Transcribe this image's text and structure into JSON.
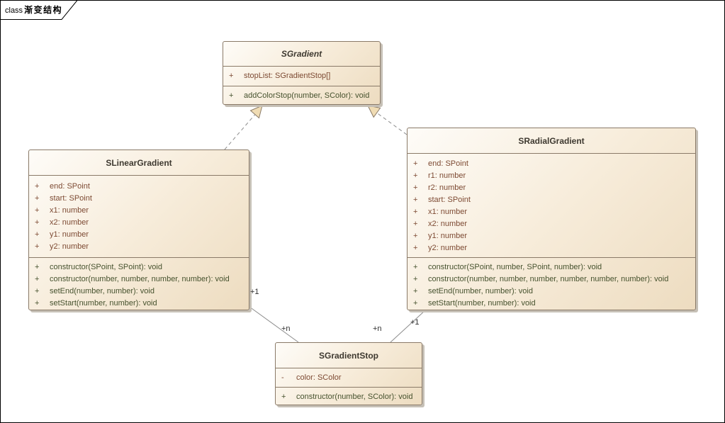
{
  "frame": {
    "label_prefix": "class",
    "label_title": "渐变结构"
  },
  "palette": {
    "box_fill_light": "#FEFCF8",
    "box_fill_dark": "#EDDCC0",
    "box_border": "#8A7A68",
    "box_shadow": "#C6C0B6",
    "title_text": "#3E3930",
    "attribute_text": "#7D4A33",
    "operation_text": "#46522E",
    "connector_line": "#8C8C8C",
    "arrowhead_fill": "#F0DCB4",
    "frame_border": "#000000"
  },
  "classes": [
    {
      "name": "SGradient",
      "abstract": true,
      "attributes": [
        {
          "vis": "+",
          "text": "stopList: SGradientStop[]"
        }
      ],
      "operations": [
        {
          "vis": "+",
          "text": "addColorStop(number, SColor): void"
        }
      ]
    },
    {
      "name": "SLinearGradient",
      "abstract": false,
      "attributes": [
        {
          "vis": "+",
          "text": "end: SPoint"
        },
        {
          "vis": "+",
          "text": "start: SPoint"
        },
        {
          "vis": "+",
          "text": "x1: number"
        },
        {
          "vis": "+",
          "text": "x2: number"
        },
        {
          "vis": "+",
          "text": "y1: number"
        },
        {
          "vis": "+",
          "text": "y2: number"
        }
      ],
      "operations": [
        {
          "vis": "+",
          "text": "constructor(SPoint, SPoint): void"
        },
        {
          "vis": "+",
          "text": "constructor(number, number, number, number): void"
        },
        {
          "vis": "+",
          "text": "setEnd(number, number): void"
        },
        {
          "vis": "+",
          "text": "setStart(number, number): void"
        }
      ]
    },
    {
      "name": "SRadialGradient",
      "abstract": false,
      "attributes": [
        {
          "vis": "+",
          "text": "end: SPoint"
        },
        {
          "vis": "+",
          "text": "r1: number"
        },
        {
          "vis": "+",
          "text": "r2: number"
        },
        {
          "vis": "+",
          "text": "start: SPoint"
        },
        {
          "vis": "+",
          "text": "x1: number"
        },
        {
          "vis": "+",
          "text": "x2: number"
        },
        {
          "vis": "+",
          "text": "y1: number"
        },
        {
          "vis": "+",
          "text": "y2: number"
        }
      ],
      "operations": [
        {
          "vis": "+",
          "text": "constructor(SPoint, number, SPoint, number): void"
        },
        {
          "vis": "+",
          "text": "constructor(number, number, number, number, number, number): void"
        },
        {
          "vis": "+",
          "text": "setEnd(number, number): void"
        },
        {
          "vis": "+",
          "text": "setStart(number, number): void"
        }
      ]
    },
    {
      "name": "SGradientStop",
      "abstract": false,
      "attributes": [
        {
          "vis": "-",
          "text": "color: SColor"
        }
      ],
      "operations": [
        {
          "vis": "+",
          "text": "constructor(number, SColor): void"
        }
      ]
    }
  ],
  "relationships": {
    "realizations": [
      {
        "from": "SLinearGradient",
        "to": "SGradient"
      },
      {
        "from": "SRadialGradient",
        "to": "SGradient"
      }
    ],
    "associations": [
      {
        "from": "SLinearGradient",
        "to": "SGradientStop",
        "from_multiplicity": "+1",
        "to_multiplicity": "+n"
      },
      {
        "from": "SRadialGradient",
        "to": "SGradientStop",
        "from_multiplicity": "+1",
        "to_multiplicity": "+n"
      }
    ]
  }
}
